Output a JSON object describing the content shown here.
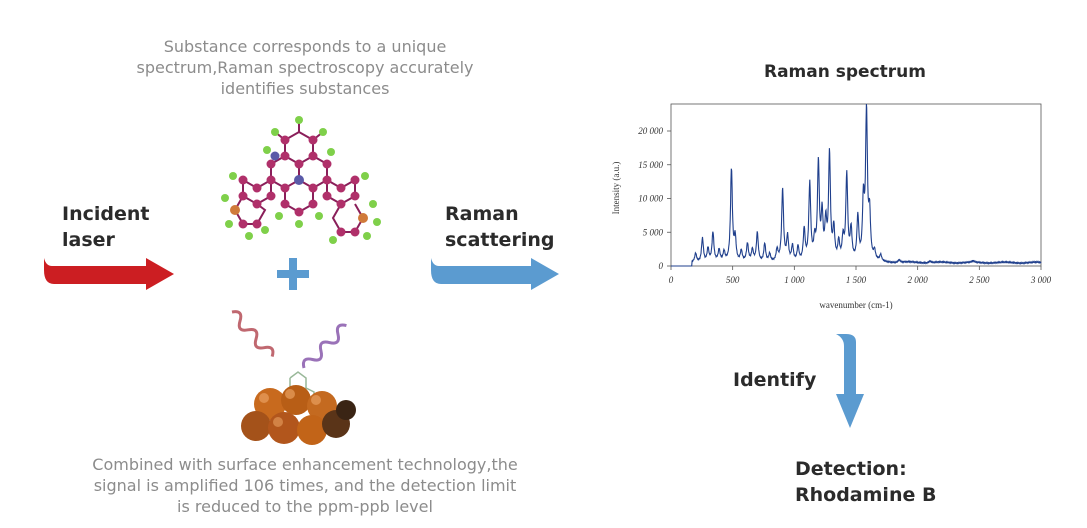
{
  "top_caption": [
    "Substance corresponds to a unique",
    "spectrum,Raman spectroscopy accurately",
    "identifies substances"
  ],
  "bottom_caption": [
    "Combined with surface enhancement technology,the",
    "signal is amplified 106 times, and the detection limit",
    "is reduced to the ppm-ppb level"
  ],
  "incident_laser": [
    "Incident",
    "laser"
  ],
  "raman_scattering": [
    "Raman",
    "scattering"
  ],
  "identify_label": "Identify",
  "detection": [
    "Detection:",
    "Rhodamine B"
  ],
  "colors": {
    "laser_arrow": "#cc1e22",
    "scatter_arrow": "#5b9bd0",
    "identify_arrow": "#5b9bd0",
    "plus": "#5b9bd0",
    "spectrum_line": "#1f3f8c"
  },
  "chart_data": {
    "type": "line",
    "title": "Raman spectrum",
    "xlabel": "wavenumber (cm-1)",
    "ylabel": "Intensity (a.u.)",
    "xlim": [
      0,
      3000
    ],
    "ylim": [
      0,
      24000
    ],
    "x_ticks": [
      0,
      500,
      1000,
      1500,
      2000,
      2500,
      3000
    ],
    "x_tick_labels": [
      "0",
      "500",
      "1 000",
      "1 500",
      "2 000",
      "2 500",
      "3 000"
    ],
    "y_ticks": [
      0,
      5000,
      10000,
      15000,
      20000
    ],
    "y_tick_labels": [
      "0",
      "5 000",
      "10 000",
      "15 000",
      "20 000"
    ],
    "peaks": [
      {
        "x": 200,
        "y": 1300
      },
      {
        "x": 255,
        "y": 3600
      },
      {
        "x": 300,
        "y": 2000
      },
      {
        "x": 340,
        "y": 4300
      },
      {
        "x": 390,
        "y": 1700
      },
      {
        "x": 430,
        "y": 1400
      },
      {
        "x": 490,
        "y": 13800
      },
      {
        "x": 520,
        "y": 3500
      },
      {
        "x": 570,
        "y": 1600
      },
      {
        "x": 620,
        "y": 2600
      },
      {
        "x": 660,
        "y": 1700
      },
      {
        "x": 700,
        "y": 4300
      },
      {
        "x": 760,
        "y": 2700
      },
      {
        "x": 800,
        "y": 1200
      },
      {
        "x": 860,
        "y": 1700
      },
      {
        "x": 905,
        "y": 10700
      },
      {
        "x": 945,
        "y": 3600
      },
      {
        "x": 985,
        "y": 2300
      },
      {
        "x": 1030,
        "y": 2200
      },
      {
        "x": 1080,
        "y": 4700
      },
      {
        "x": 1125,
        "y": 11400
      },
      {
        "x": 1165,
        "y": 2800
      },
      {
        "x": 1195,
        "y": 14400
      },
      {
        "x": 1225,
        "y": 6700
      },
      {
        "x": 1255,
        "y": 5400
      },
      {
        "x": 1285,
        "y": 15900
      },
      {
        "x": 1320,
        "y": 4700
      },
      {
        "x": 1360,
        "y": 2700
      },
      {
        "x": 1395,
        "y": 3200
      },
      {
        "x": 1425,
        "y": 12700
      },
      {
        "x": 1460,
        "y": 4500
      },
      {
        "x": 1515,
        "y": 6500
      },
      {
        "x": 1560,
        "y": 8600
      },
      {
        "x": 1585,
        "y": 22000
      },
      {
        "x": 1610,
        "y": 6500
      },
      {
        "x": 1650,
        "y": 1300
      },
      {
        "x": 1700,
        "y": 900
      },
      {
        "x": 1850,
        "y": 400
      },
      {
        "x": 2100,
        "y": 250
      },
      {
        "x": 2450,
        "y": 200
      }
    ],
    "baseline": 500
  }
}
